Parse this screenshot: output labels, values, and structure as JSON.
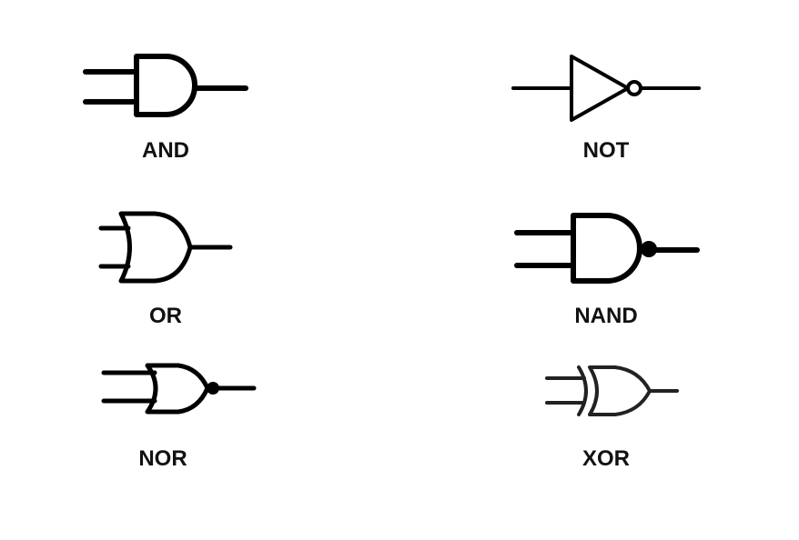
{
  "colors": {
    "background": "#ffffff",
    "stroke": "#000000",
    "xor_stroke": "#222222",
    "label": "#111111"
  },
  "gates": [
    {
      "id": "and",
      "label": "AND",
      "icon": "and-gate-icon"
    },
    {
      "id": "not",
      "label": "NOT",
      "icon": "not-gate-icon"
    },
    {
      "id": "or",
      "label": "OR",
      "icon": "or-gate-icon"
    },
    {
      "id": "nand",
      "label": "NAND",
      "icon": "nand-gate-icon"
    },
    {
      "id": "nor",
      "label": "NOR",
      "icon": "nor-gate-icon"
    },
    {
      "id": "xor",
      "label": "XOR",
      "icon": "xor-gate-icon"
    }
  ]
}
